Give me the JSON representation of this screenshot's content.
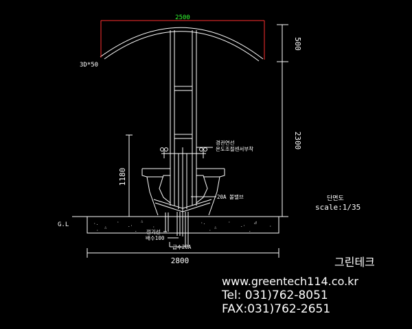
{
  "dimensions": {
    "top_width": "2500",
    "canopy_height": "500",
    "column_height": "2300",
    "left_height": "1180",
    "bottom_width": "2800"
  },
  "labels": {
    "arc_pipe": "3D*50",
    "ground_line": "G.L",
    "sensor_line1": "경관연선",
    "sensor_line2": "온도조절센서부착",
    "valve": "20A 볼밸브",
    "electric": "전기선",
    "drain": "배수100",
    "supply": "급수20A"
  },
  "title_block": {
    "view": "단면도",
    "scale": "scale:1/35"
  },
  "company": {
    "name": "그린테크",
    "website": "www.greentech114.co.kr",
    "tel": "Tel: 031)762-8051",
    "fax": "FAX:031)762-2651"
  },
  "colors": {
    "background": "#000000",
    "line": "#ffffff",
    "dimension_red": "#ff3030",
    "dimension_green": "#33ff33"
  }
}
